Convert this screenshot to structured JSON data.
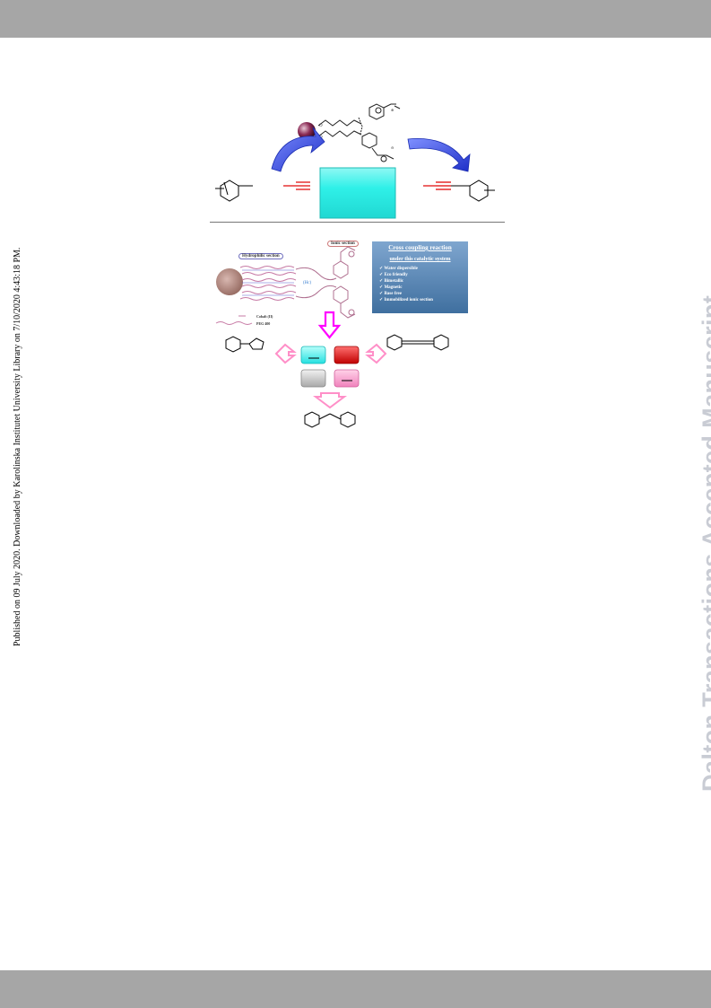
{
  "page": {
    "side_note": "Published on 09 July 2020. Downloaded by Karolinska Institutet University Library on 7/10/2020 4:43:18 PM.",
    "watermark": "Dalton Transactions Accepted Manuscript"
  },
  "graphical_abstract": {
    "legend_cobalt": "Cobalt (II)",
    "legend_peg": "PEG 400",
    "hydrophilic_label": "Hydrophilic section",
    "ionic_label": "Ionic section",
    "catalyst_label": "(Hc)",
    "panel": {
      "title": "Cross coupling reaction",
      "subtitle": "under this catalytic system",
      "items": [
        "Water dispersible",
        "Eco friendly",
        "Bimetallic",
        "Magnetic",
        "Base free",
        "Immobilized ionic section"
      ]
    },
    "colors": {
      "arrow_blue": "#1e3ad0",
      "cyan_box": "#2ff0e8",
      "arrow_magenta": "#ff00ff",
      "arrow_pink": "#ff8fc8",
      "red_box": "#e01010",
      "gray_box": "#c8c8c8",
      "pink_box": "#f7a8cf",
      "panel_blue": "#4f7fb0",
      "alkyne_red": "#e00000"
    }
  }
}
